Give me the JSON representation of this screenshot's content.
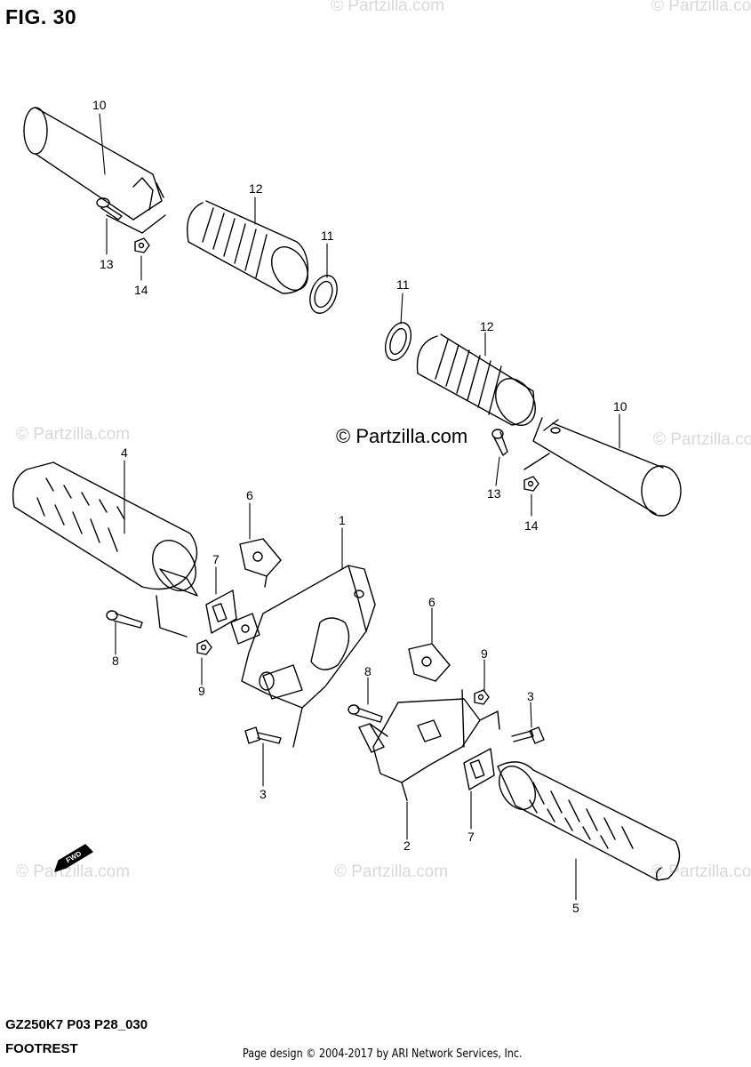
{
  "figure_label": "FIG. 30",
  "model_code": "GZ250K7 P03 P28_030",
  "section_name": "FOOTREST",
  "credit": "Page design © 2004-2017 by ARI Network Services, Inc.",
  "center_watermark": "© Partzilla.com",
  "watermark_text": "© Partzilla.com",
  "direction_badge": "FWD",
  "callouts": [
    "1",
    "2",
    "3",
    "3",
    "4",
    "5",
    "6",
    "6",
    "7",
    "7",
    "8",
    "8",
    "9",
    "9",
    "10",
    "10",
    "11",
    "11",
    "12",
    "12",
    "13",
    "13",
    "14",
    "14"
  ]
}
